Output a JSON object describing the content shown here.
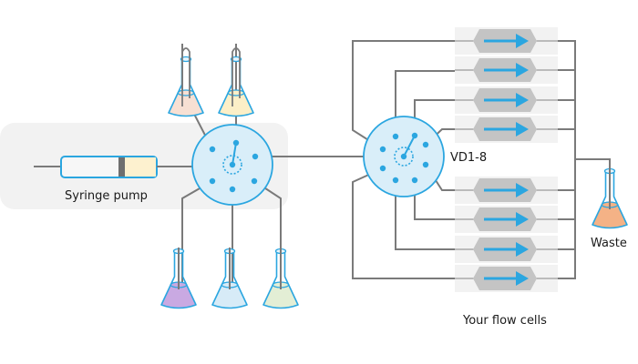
{
  "labels": {
    "syringe_pump": "Syringe pump",
    "selector_valve": "VD1-8",
    "waste": "Waste",
    "flow_cells": "Your flow cells"
  },
  "colors": {
    "valve_fill": "#d9eef9",
    "valve_stroke": "#2ba6e0",
    "tube": "#7a7a7a",
    "panel": "#f2f2f2",
    "flow_cell_body": "#c4c4c4",
    "flow_arrow": "#2ba6e0",
    "plunger": "#6f6f6f",
    "syringe_liquid": "#fdf1cf"
  },
  "source_flasks": [
    {
      "name": "top-left",
      "liquid": "#f7e0d3"
    },
    {
      "name": "top-right",
      "liquid": "#fcefc7"
    },
    {
      "name": "bottom-left",
      "liquid": "#c9a9e2"
    },
    {
      "name": "bottom-middle",
      "liquid": "#d7ebf7"
    },
    {
      "name": "bottom-right",
      "liquid": "#e3eed5"
    }
  ],
  "waste_flask": {
    "liquid": "#f4b286"
  },
  "flow_cell_count": 8,
  "selector_ports": 8
}
